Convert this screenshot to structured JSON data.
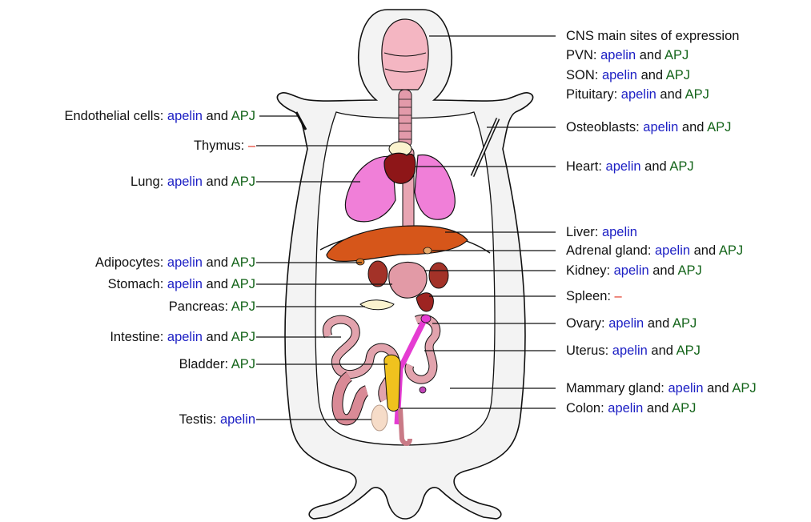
{
  "colors": {
    "apelin": "#1c1fc4",
    "apj": "#14641a",
    "none": "#e0301e"
  },
  "cns": {
    "title": "CNS main sites of expression",
    "rows": [
      {
        "name": "PVN: ",
        "apelin": "apelin",
        "and": " and ",
        "apj": "APJ"
      },
      {
        "name": "SON: ",
        "apelin": "apelin",
        "and": " and ",
        "apj": "APJ"
      },
      {
        "name": "Pituitary: ",
        "apelin": "apelin",
        "and": " and ",
        "apj": "APJ"
      }
    ]
  },
  "left_labels": [
    {
      "name": "Endothelial cells: ",
      "apelin": "apelin",
      "and": " and ",
      "apj": "APJ"
    },
    {
      "name": "Thymus: ",
      "neg": "–"
    },
    {
      "name": "Lung: ",
      "apelin": "apelin",
      "and": " and ",
      "apj": "APJ"
    },
    {
      "name": "Adipocytes: ",
      "apelin": "apelin",
      "and": " and ",
      "apj": "APJ"
    },
    {
      "name": "Stomach: ",
      "apelin": "apelin",
      "and": " and ",
      "apj": "APJ"
    },
    {
      "name": "Pancreas: ",
      "apj": "APJ"
    },
    {
      "name": "Intestine: ",
      "apelin": "apelin",
      "and": " and ",
      "apj": "APJ"
    },
    {
      "name": "Bladder: ",
      "apj": "APJ"
    },
    {
      "name": "Testis: ",
      "apelin": "apelin"
    }
  ],
  "right_labels": [
    {
      "name": "Osteoblasts: ",
      "apelin": "apelin",
      "and": " and ",
      "apj": "APJ"
    },
    {
      "name": "Heart: ",
      "apelin": "apelin",
      "and": " and ",
      "apj": "APJ"
    },
    {
      "name": "Liver: ",
      "apelin": "apelin"
    },
    {
      "name": "Adrenal gland: ",
      "apelin": "apelin",
      "and": " and ",
      "apj": "APJ"
    },
    {
      "name": "Kidney: ",
      "apelin": "apelin",
      "and": " and ",
      "apj": "APJ"
    },
    {
      "name": "Spleen: ",
      "neg": "–"
    },
    {
      "name": "Ovary: ",
      "apelin": "apelin",
      "and": " and ",
      "apj": "APJ"
    },
    {
      "name": "Uterus: ",
      "apelin": "apelin",
      "and": " and ",
      "apj": "APJ"
    },
    {
      "name": "Mammary gland: ",
      "apelin": "apelin",
      "and": " and ",
      "apj": "APJ"
    },
    {
      "name": "Colon: ",
      "apelin": "apelin",
      "and": " and ",
      "apj": "APJ"
    }
  ]
}
